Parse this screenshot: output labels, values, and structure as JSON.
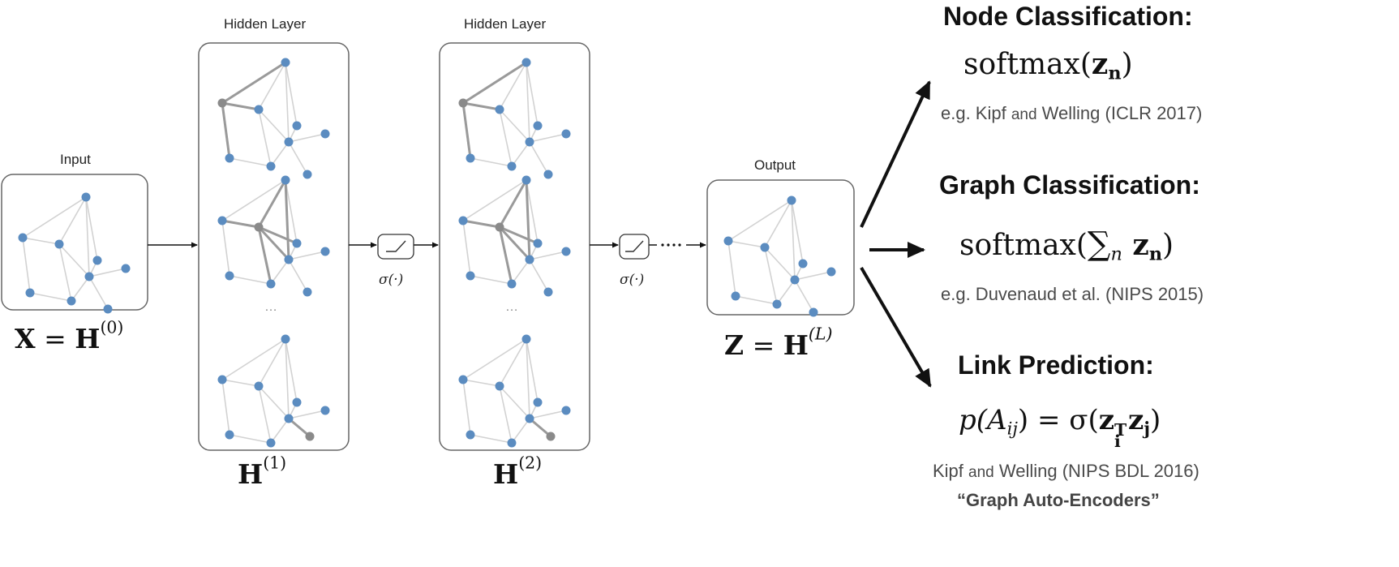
{
  "labels": {
    "input": "Input",
    "hidden1": "Hidden Layer",
    "hidden2": "Hidden Layer",
    "output": "Output",
    "ellipsis1": "…",
    "ellipsis2": "…",
    "sigma1": "σ(·)",
    "sigma2": "σ(·)"
  },
  "math": {
    "x_eq_h0": {
      "lhs": "X",
      "eq": " = ",
      "h": "H",
      "sup": "(0)"
    },
    "h1": {
      "h": "H",
      "sup": "(1)"
    },
    "h2": {
      "h": "H",
      "sup": "(2)"
    },
    "z_eq_hl": {
      "lhs": "Z",
      "eq": " = ",
      "h": "H",
      "sup": "(L)"
    }
  },
  "tasks": {
    "node": {
      "title": "Node Classification:",
      "formula": {
        "fn": "softmax(",
        "z": "z",
        "sub": "n",
        "close": ")"
      },
      "ref_pre": "e.g. Kipf ",
      "ref_and": "and",
      "ref_post": " Welling (ICLR 2017)"
    },
    "graph": {
      "title": "Graph Classification:",
      "formula": {
        "fn": "softmax(",
        "sum": "∑",
        "sumsub": "n",
        "z": " z",
        "sub": "n",
        "close": ")"
      },
      "ref": "e.g. Duvenaud et al. (NIPS 2015)"
    },
    "link": {
      "title": "Link Prediction:",
      "formula": {
        "p": "p(A",
        "sub": "ij",
        "mid": ") = σ(",
        "zi": "z",
        "zi_sub": "i",
        "zi_sup": "T",
        "zj": "z",
        "zj_sub": "j",
        "close": ")"
      },
      "ref_pre": "Kipf ",
      "ref_and": "and",
      "ref_post": " Welling (NIPS BDL 2016)",
      "ref2": "“Graph Auto-Encoders”"
    }
  },
  "colors": {
    "node": "#5b8cc0",
    "highlight_node": "#8a8a8a",
    "edge": "#d2d2d2",
    "highlight_edge": "#9a9a9a",
    "box_border": "#666666",
    "arrow": "#111111"
  }
}
